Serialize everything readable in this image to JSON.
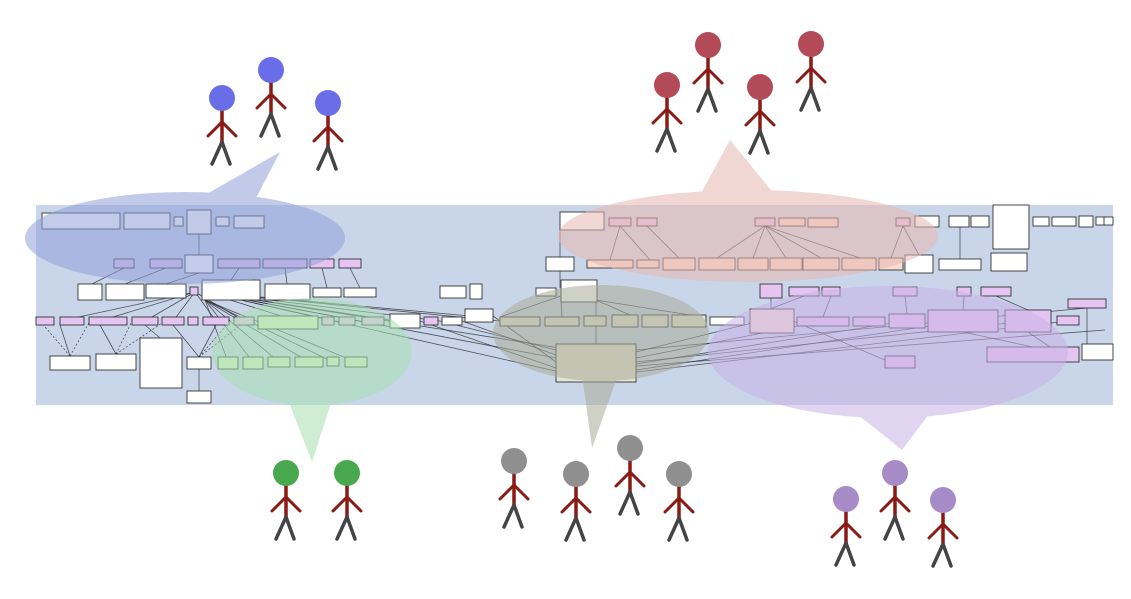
{
  "colors": {
    "band": "#c9d6ea",
    "box_white": "#ffffff",
    "box_purple": "#e6c4f2",
    "box_peach": "#f7dcd0",
    "box_green": "#d8eec8",
    "box_olive": "#e4e6d4",
    "edge": "#222222",
    "person_body": "#8b1a14",
    "person_legs": "#444444"
  },
  "groups": [
    {
      "name": "blue",
      "head_color": "#6a6de8",
      "bubble_color": "#8fa0d8",
      "people_count": 3
    },
    {
      "name": "red",
      "head_color": "#b34a58",
      "bubble_color": "#e7b8b0",
      "people_count": 4
    },
    {
      "name": "green",
      "head_color": "#48a84e",
      "bubble_color": "#a8e0b0",
      "people_count": 2
    },
    {
      "name": "gray",
      "head_color": "#8f8f8f",
      "bubble_color": "#a9ab98",
      "people_count": 4
    },
    {
      "name": "violet",
      "head_color": "#a78bc6",
      "bubble_color": "#c9b2e6",
      "people_count": 3
    }
  ]
}
